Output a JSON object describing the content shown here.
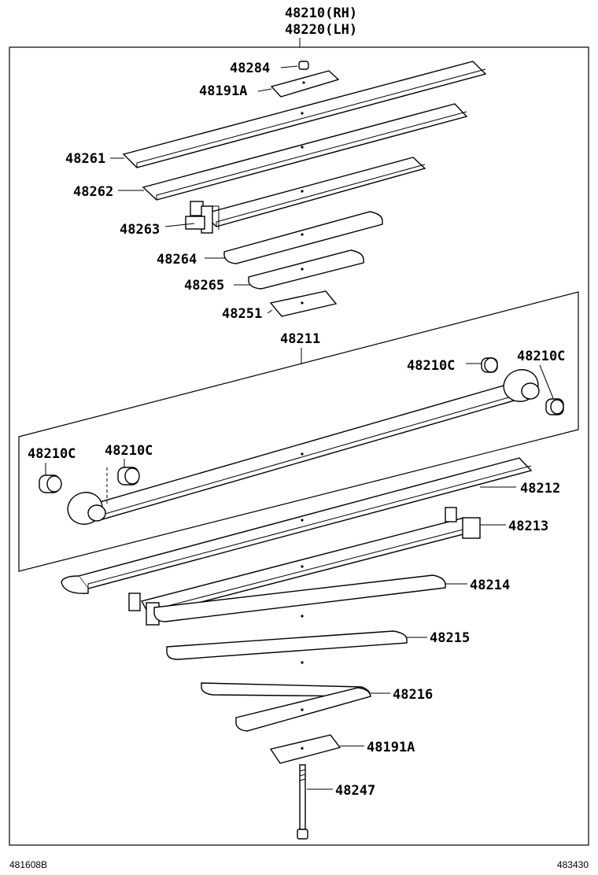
{
  "header": {
    "assembly_rh": "48210(RH)",
    "assembly_lh": "48220(LH)"
  },
  "callouts": {
    "c48284": "48284",
    "c48191a_top": "48191A",
    "c48261": "48261",
    "c48262": "48262",
    "c48263": "48263",
    "c48264": "48264",
    "c48265": "48265",
    "c48251": "48251",
    "c48211": "48211",
    "c48210c_a": "48210C",
    "c48210c_b": "48210C",
    "c48210c_c": "48210C",
    "c48210c_d": "48210C",
    "c48212": "48212",
    "c48213": "48213",
    "c48214": "48214",
    "c48215": "48215",
    "c48216": "48216",
    "c48191a_bottom": "48191A",
    "c48247": "48247"
  },
  "footer": {
    "left_code": "481608B",
    "right_code": "483430"
  }
}
